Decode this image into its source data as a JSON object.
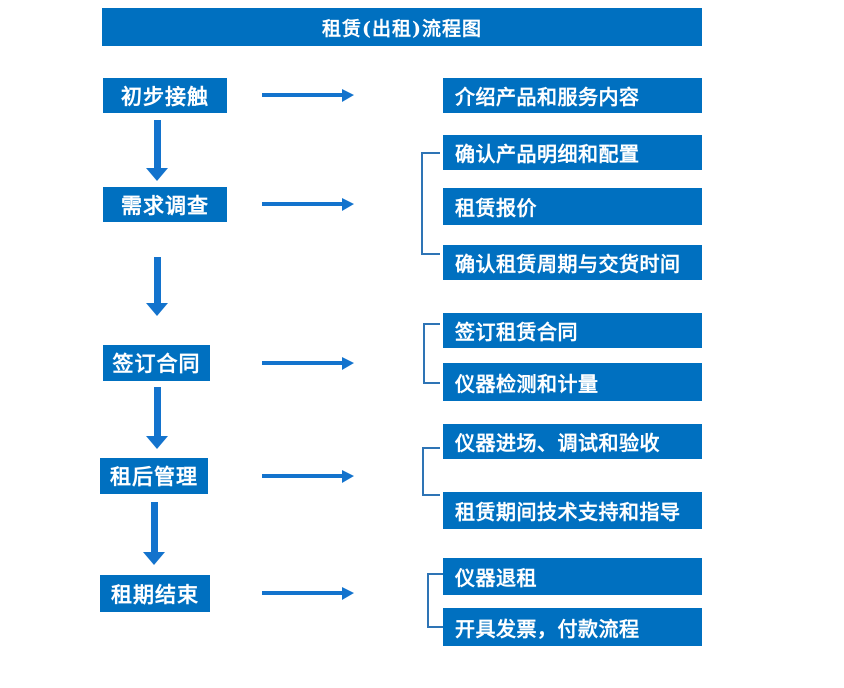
{
  "title": "租赁(出租)流程图",
  "colors": {
    "box_blue": "#0070C0",
    "arrow_blue": "#1373CD",
    "bracket_blue": "#2E74B5",
    "text_white": "#FFFFFF"
  },
  "rows": [
    {
      "step": "初步接触",
      "details": [
        "介绍产品和服务内容"
      ]
    },
    {
      "step": "需求调查",
      "details": [
        "确认产品明细和配置",
        "租赁报价",
        "确认租赁周期与交货时间"
      ]
    },
    {
      "step": "签订合同",
      "details": [
        "签订租赁合同",
        "仪器检测和计量"
      ]
    },
    {
      "step": "租后管理",
      "details": [
        "仪器进场、调试和验收",
        "租赁期间技术支持和指导"
      ]
    },
    {
      "step": "租期结束",
      "details": [
        "仪器退租",
        "开具发票，付款流程"
      ]
    }
  ]
}
